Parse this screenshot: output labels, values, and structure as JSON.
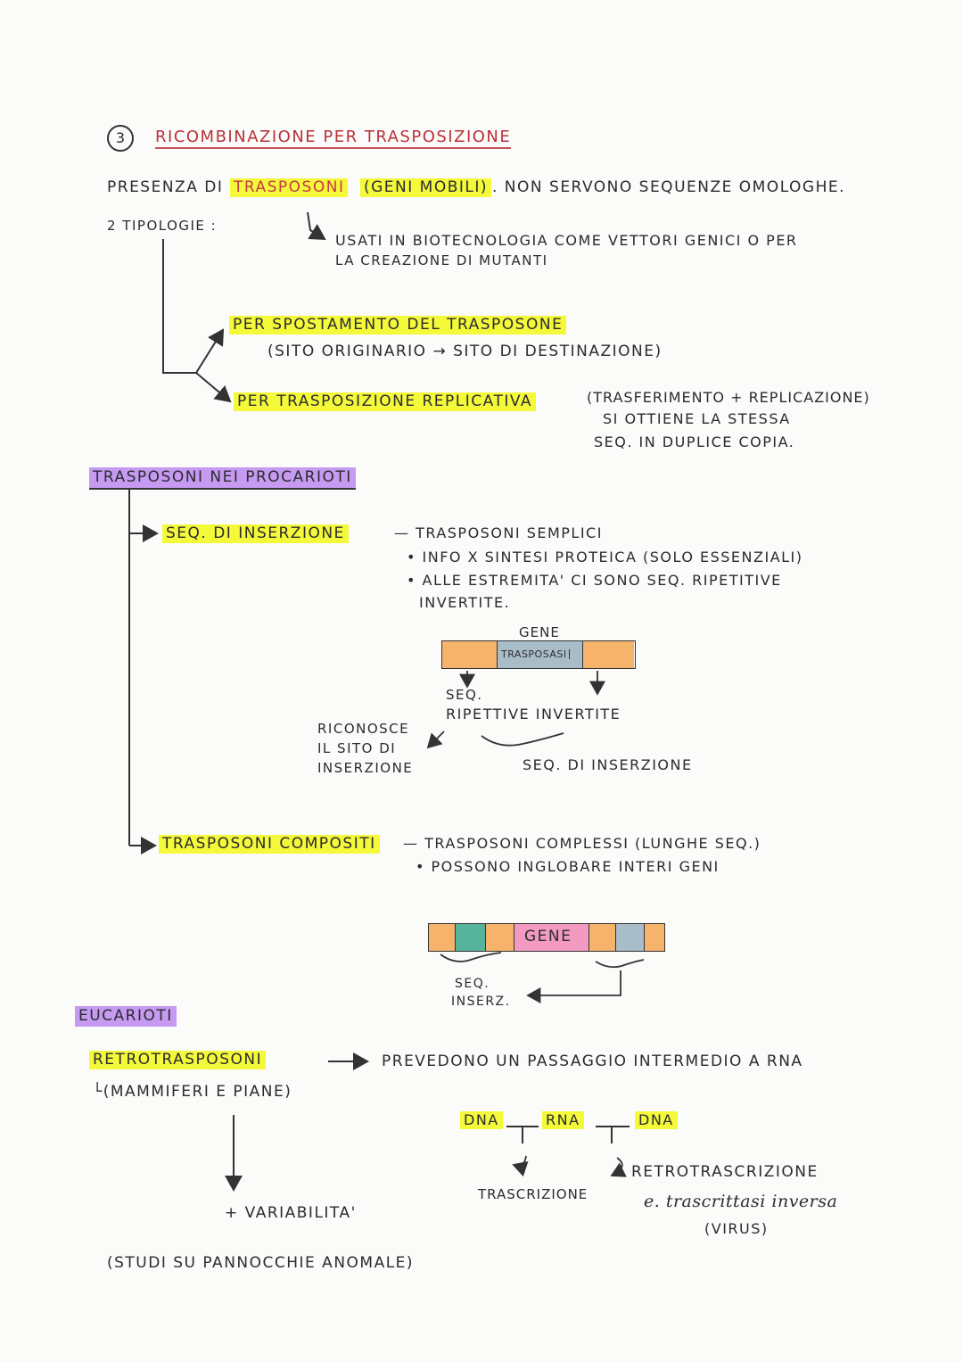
{
  "section": {
    "number": "3",
    "title": "RICOMBINAZIONE PER TRASPOSIZIONE"
  },
  "intro": {
    "presenza": "PRESENZA DI",
    "trasposoni": "TRASPOSONI",
    "geni_mobili": "(GENI MOBILI)",
    "rest": ". NON SERVONO SEQUENZE OMOLOGHE.",
    "tipologie": "2 TIPOLOGIE :",
    "usati_1": "USATI IN BIOTECNOLOGIA COME VETTORI GENICI O PER",
    "usati_2": "LA CREAZIONE DI MUTANTI"
  },
  "types": {
    "spostamento": "PER SPOSTAMENTO DEL TRASPOSONE",
    "spostamento_note": "(SITO ORIGINARIO → SITO DI DESTINAZIONE)",
    "replicativa": "PER TRASPOSIZIONE REPLICATIVA",
    "replicativa_note_1": "(TRASFERIMENTO + REPLICAZIONE)",
    "replicativa_note_2": "SI OTTIENE LA STESSA",
    "replicativa_note_3": "SEQ. IN DUPLICE COPIA."
  },
  "procarioti": {
    "heading": "TRASPOSONI NEI PROCARIOTI",
    "seq_ins": "SEQ. DI INSERZIONE",
    "seq_ins_1": "— TRASPOSONI SEMPLICI",
    "seq_ins_2": "• INFO X SINTESI PROTEICA (SOLO ESSENZIALI)",
    "seq_ins_3": "• ALLE ESTREMITA' CI SONO SEQ. RIPETITIVE",
    "seq_ins_4": "INVERTITE.",
    "diag1_gene": "GENE",
    "diag1_trasposasi": "TRASPOSASI",
    "diag1_seq": "SEQ.",
    "diag1_ripet": "RIPETTIVE INVERTITE",
    "diag1_riconosce_1": "RICONOSCE",
    "diag1_riconosce_2": "IL SITO DI",
    "diag1_riconosce_3": "INSERZIONE",
    "diag1_seq_ins": "SEQ. DI INSERZIONE",
    "composti": "TRASPOSONI COMPOSITI",
    "composti_1": "— TRASPOSONI COMPLESSI (LUNGHE SEQ.)",
    "composti_2": "• POSSONO INGLOBARE INTERI GENI",
    "diag2_gene": "GENE",
    "diag2_seq_1": "SEQ.",
    "diag2_seq_2": "INSERZ."
  },
  "eucarioti": {
    "heading": "EUCARIOTI",
    "retro": "RETROTRASPOSONI",
    "retro_sub": "└(MAMMIFERI E PIANE)",
    "prevedono": "PREVEDONO UN PASSAGGIO INTERMEDIO A RNA",
    "dna1": "DNA",
    "rna": "RNA",
    "dna2": "DNA",
    "trascrizione": "TRASCRIZIONE",
    "retrotrascrizione": "RETROTRASCRIZIONE",
    "trascrittasi": "e. trascrittasi inversa",
    "virus": "(VIRUS)",
    "variabilita": "+ VARIABILITA'",
    "studi": "(STUDI SU PANNOCCHIE ANOMALE)"
  },
  "colors": {
    "highlight_yellow": "#f4f93a",
    "highlight_purple": "#c59af0",
    "title_red": "#b8323a",
    "orange": "#f5b36b",
    "blue_gray": "#a9bdc9",
    "teal": "#56b39c",
    "pink": "#f39ac3"
  }
}
